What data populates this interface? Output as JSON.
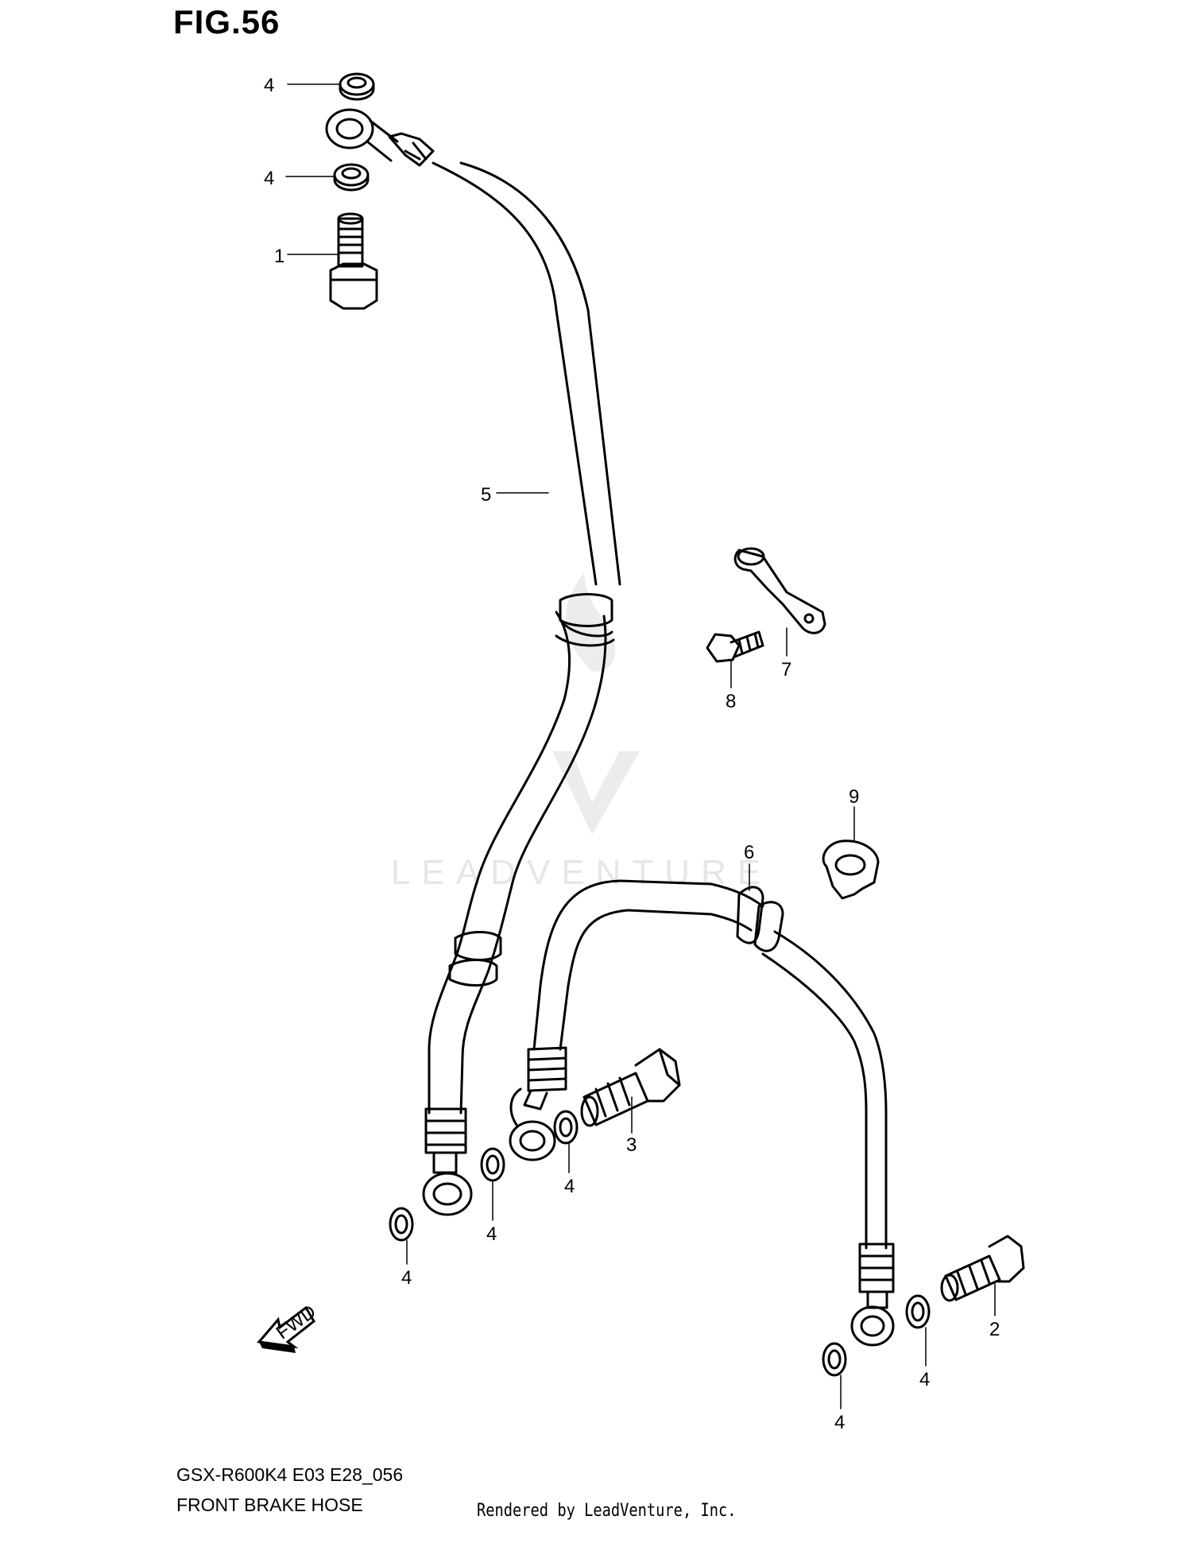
{
  "figure": {
    "title": "FIG.56"
  },
  "watermark": {
    "text": "LEADVENTURE",
    "color": "#e6e6e6"
  },
  "fwd_label": "FWD",
  "callouts": [
    {
      "id": "c4a",
      "label": "4"
    },
    {
      "id": "c4b",
      "label": "4"
    },
    {
      "id": "c1",
      "label": "1"
    },
    {
      "id": "c5",
      "label": "5"
    },
    {
      "id": "c7",
      "label": "7"
    },
    {
      "id": "c8",
      "label": "8"
    },
    {
      "id": "c9",
      "label": "9"
    },
    {
      "id": "c6",
      "label": "6"
    },
    {
      "id": "c3",
      "label": "3"
    },
    {
      "id": "c4c",
      "label": "4"
    },
    {
      "id": "c4d",
      "label": "4"
    },
    {
      "id": "c4e",
      "label": "4"
    },
    {
      "id": "c2",
      "label": "2"
    },
    {
      "id": "c4f",
      "label": "4"
    },
    {
      "id": "c4g",
      "label": "4"
    }
  ],
  "footer": {
    "model_code": "GSX-R600K4 E03 E28_056",
    "section_name": "FRONT BRAKE  HOSE",
    "rendered_by": "Rendered by LeadVenture, Inc."
  }
}
